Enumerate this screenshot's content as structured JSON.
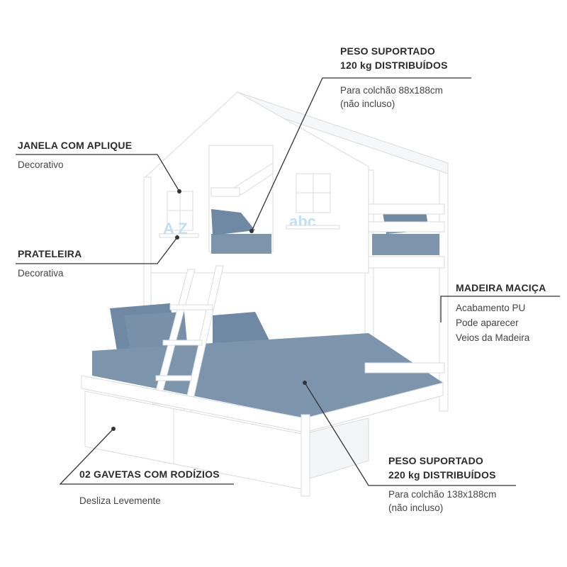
{
  "callouts": {
    "window": {
      "title": "JANELA COM APLIQUE",
      "lines": [
        "Decorativo"
      ]
    },
    "shelf": {
      "title": "PRATELEIRA",
      "lines": [
        "Decorativa"
      ]
    },
    "top_weight": {
      "title": [
        "PESO SUPORTADO",
        "120 kg DISTRIBUÍDOS"
      ],
      "lines": [
        "Para colchão 88x188cm",
        "(não incluso)"
      ]
    },
    "wood": {
      "title": "MADEIRA MACIÇA",
      "lines": [
        "Acabamento PU",
        "Pode aparecer",
        "Veios da Madeira"
      ]
    },
    "bottom_weight": {
      "title": [
        "PESO SUPORTADO",
        "220 kg DISTRIBUÍDOS"
      ],
      "lines": [
        "Para colchão 138x188cm",
        "(não incluso)"
      ]
    },
    "drawers": {
      "title": "02 GAVETAS COM RODÍZIOS",
      "lines": [
        "Desliza Levemente"
      ]
    }
  },
  "colors": {
    "mattress": "#7d95ac",
    "pillow": "#6f89a5",
    "line": "#333333",
    "frame": "#ffffff",
    "outline": "#d6d9dd",
    "letters": "#bfe0f2"
  }
}
